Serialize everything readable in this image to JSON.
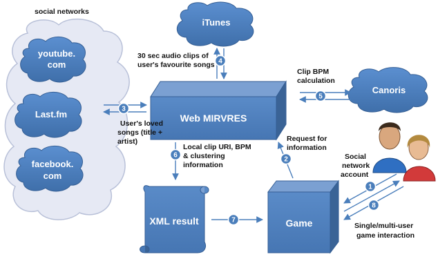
{
  "labels": {
    "social_networks_heading": "social networks",
    "audio_clips_line1": "30 sec audio clips of",
    "audio_clips_line2": "user's favourite songs",
    "clip_bpm_line1": "Clip BPM",
    "clip_bpm_line2": "calculation",
    "loved_songs_line1": "User's loved",
    "loved_songs_line2": "songs (title +",
    "loved_songs_line3": "artist)",
    "local_clip_line1": "Local clip URI, BPM",
    "local_clip_line2": "& clustering",
    "local_clip_line3": "information",
    "request_line1": "Request for",
    "request_line2": "information",
    "social_account_line1": "Social",
    "social_account_line2": "network",
    "social_account_line3": "account",
    "interaction_line1": "Single/multi-user",
    "interaction_line2": "game interaction"
  },
  "nodes": {
    "itunes": "iTunes",
    "canoris": "Canoris",
    "youtube_line1": "youtube.",
    "youtube_line2": "com",
    "lastfm": "Last.fm",
    "facebook_line1": "facebook.",
    "facebook_line2": "com",
    "web_mirvres": "Web MIRVRES",
    "xml_result": "XML result",
    "game": "Game"
  },
  "steps": {
    "s1": "1",
    "s2": "2",
    "s3": "3",
    "s4": "4",
    "s5": "5",
    "s6": "6",
    "s7": "7",
    "s8": "8"
  },
  "colors": {
    "box_fill": "#4f81bd",
    "box_top": "#7ba0d2",
    "box_side": "#3a6396",
    "cloud_fill": "#4a7ebb",
    "social_cloud_fill": "#e6e9f4",
    "arrow": "#4a7ebb",
    "text": "#111111"
  },
  "icons": {
    "users": "two-users-icon"
  }
}
